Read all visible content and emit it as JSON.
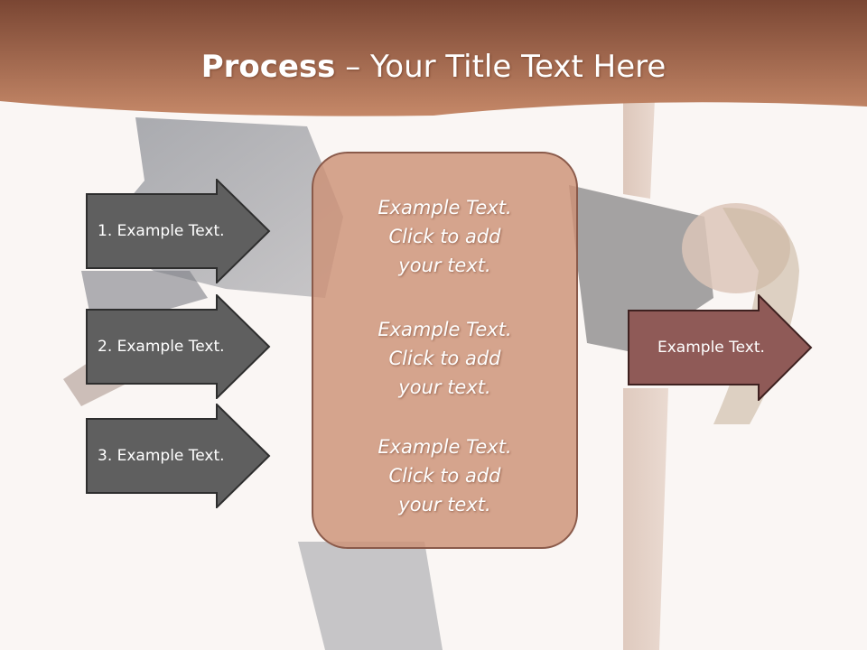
{
  "slide": {
    "title_bold": "Process",
    "title_rest": " – Your Title Text Here"
  },
  "left_arrows": [
    {
      "label": "1. Example Text."
    },
    {
      "label": "2. Example Text."
    },
    {
      "label": "3. Example Text."
    }
  ],
  "center_box": {
    "blocks": [
      {
        "line1": "Example Text.",
        "line2": "Click  to add",
        "line3": "your text."
      },
      {
        "line1": "Example Text.",
        "line2": "Click  to add",
        "line3": "your text."
      },
      {
        "line1": "Example Text.",
        "line2": "Click  to add",
        "line3": "your text."
      }
    ]
  },
  "right_arrow": {
    "label": "Example Text."
  },
  "colors": {
    "header_dark": "#7a4633",
    "header_light": "#c58868",
    "arrow_gray": "#5f5f5f",
    "arrow_right": "#8f5a57",
    "box_fill": "#cd9176"
  },
  "background_image": "dancer-photo"
}
